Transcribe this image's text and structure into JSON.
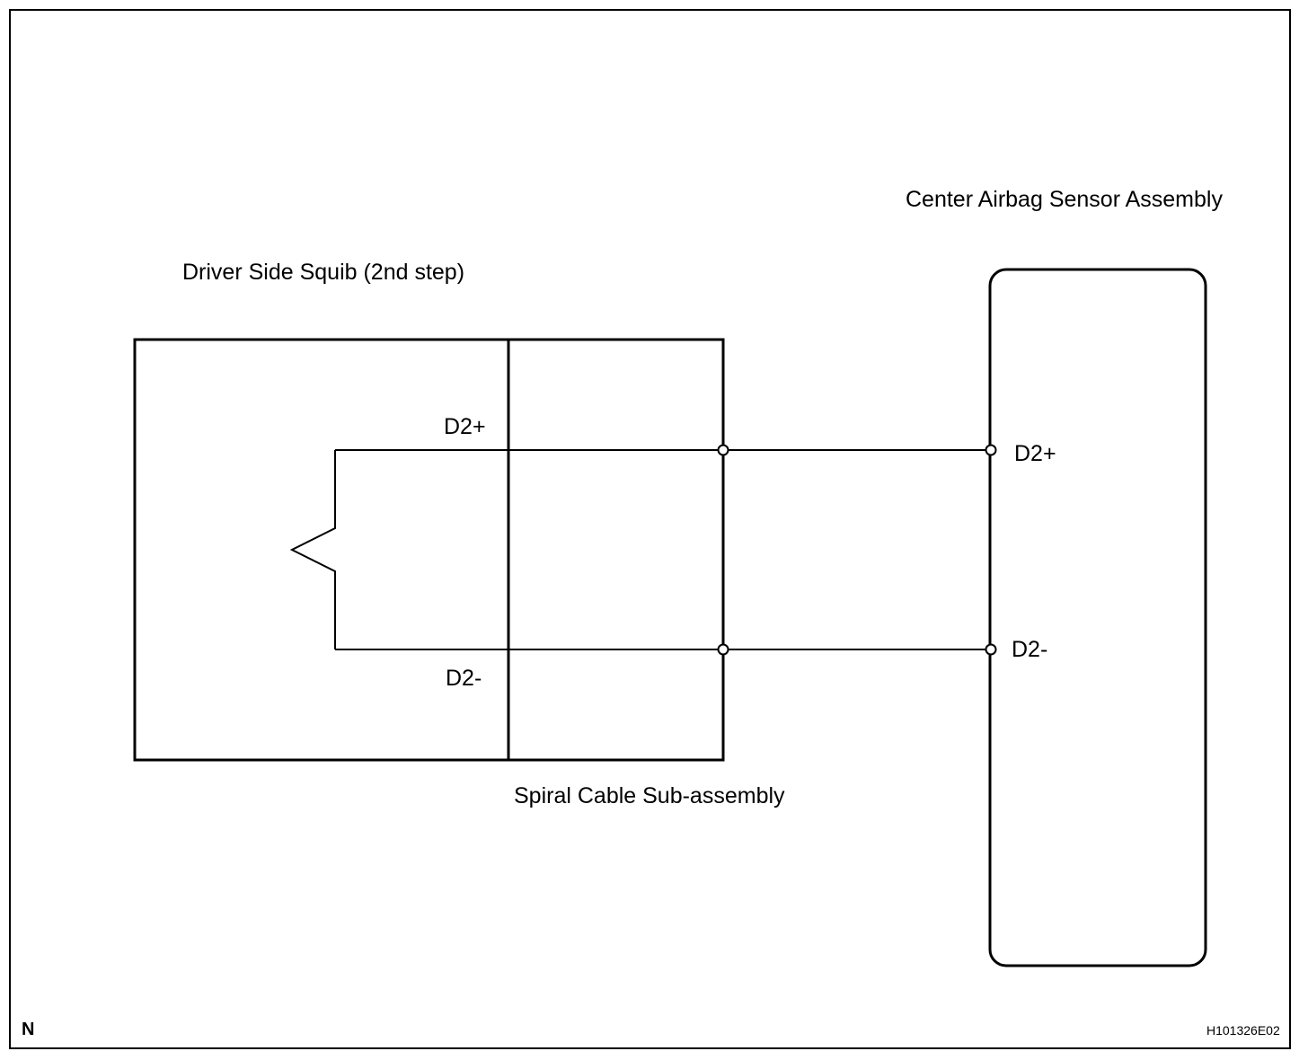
{
  "labels": {
    "squib_title": "Driver Side Squib (2nd step)",
    "sensor_title": "Center Airbag Sensor Assembly",
    "spiral_cable": "Spiral Cable Sub-assembly",
    "squib_pos": "D2+",
    "squib_neg": "D2-",
    "sensor_pos": "D2+",
    "sensor_neg": "D2-",
    "corner_mark": "N",
    "figure_code": "H101326E02"
  }
}
